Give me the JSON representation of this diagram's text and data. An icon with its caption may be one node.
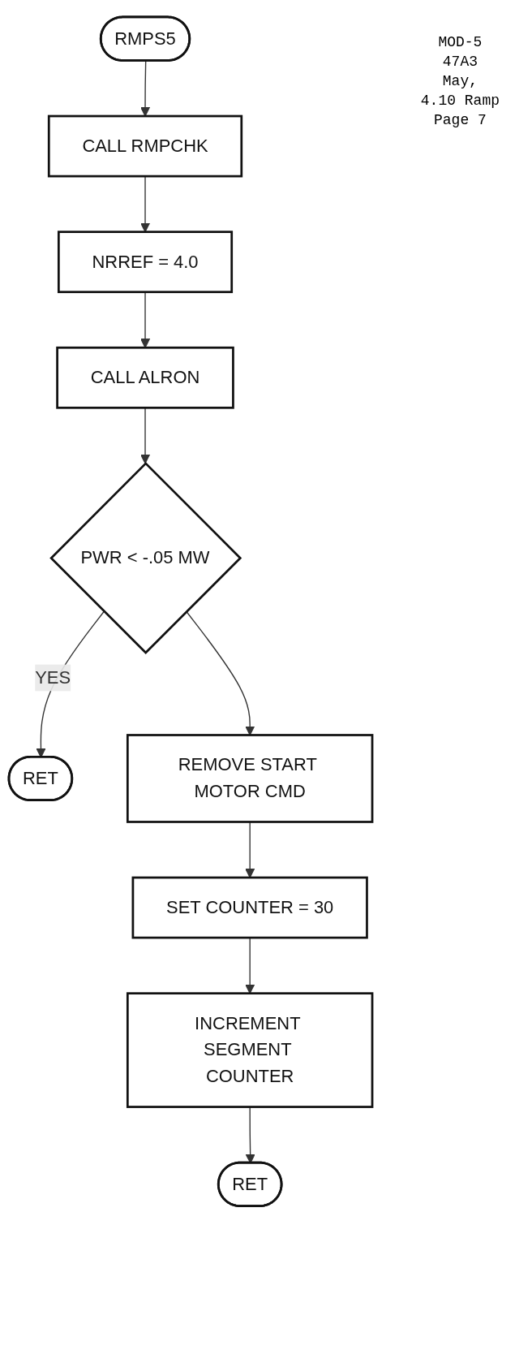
{
  "diagram": {
    "nodes": [
      {
        "text": [
          "RMPS5"
        ]
      },
      {
        "text": [
          "CALL RMPCHK"
        ]
      },
      {
        "text": [
          "NRREF = 4.0"
        ]
      },
      {
        "text": [
          "CALL ALRON"
        ]
      },
      {
        "text": [
          "PWR < -.05 MW"
        ]
      },
      {
        "text": [
          "RET"
        ]
      },
      {
        "text": [
          "REMOVE START MOTOR CMD"
        ]
      },
      {
        "text": [
          "SET COUNTER = 30"
        ]
      },
      {
        "text": [
          "INCREMENT SEGMENT COUNTER"
        ]
      },
      {
        "text": [
          "RET"
        ]
      }
    ],
    "edges": [
      {
        "from": 0,
        "to": 1,
        "arrow": "to"
      },
      {
        "from": 1,
        "to": 2,
        "arrow": "to"
      },
      {
        "from": 2,
        "to": 3,
        "arrow": "to"
      },
      {
        "from": 3,
        "to": 4,
        "arrow": "to"
      },
      {
        "from": 4,
        "to": 5,
        "arrow": "to",
        "label": "YES"
      },
      {
        "from": 4,
        "to": 6,
        "arrow": "to"
      },
      {
        "from": 6,
        "to": 7,
        "arrow": "to"
      },
      {
        "from": 7,
        "to": 8,
        "arrow": "to"
      },
      {
        "from": 8,
        "to": 9,
        "arrow": "to"
      }
    ],
    "labels": [
      "MOD-5",
      "47A3",
      "May,",
      "4.10 Ramp",
      "Page 7"
    ]
  }
}
